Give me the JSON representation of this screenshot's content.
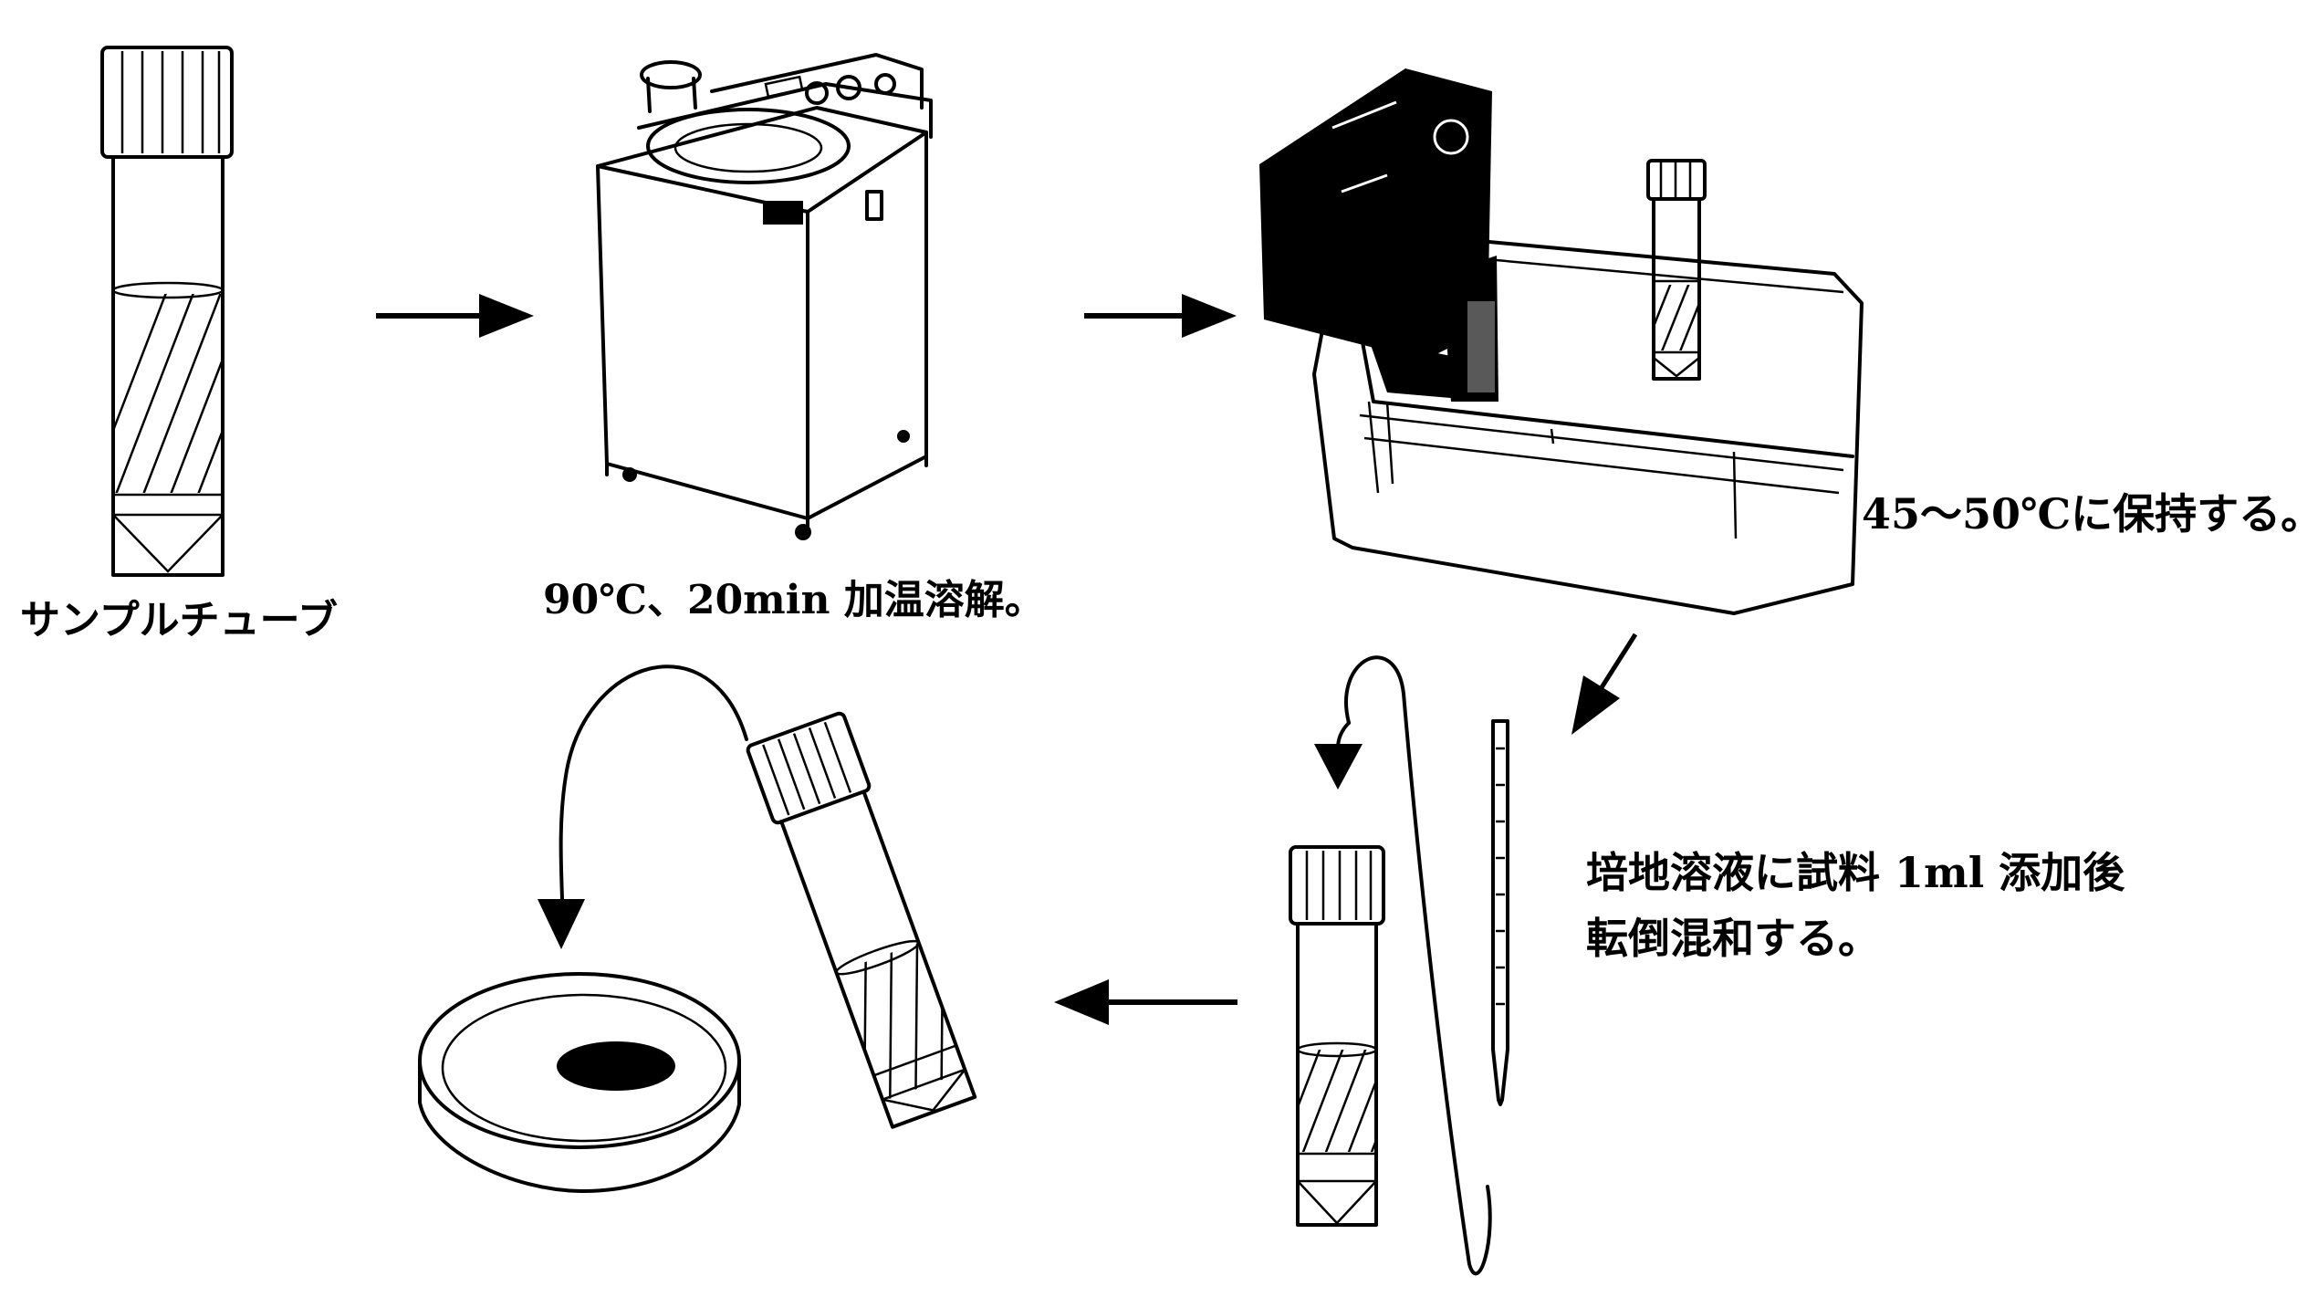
{
  "labels": {
    "sample_tube": "サンプルチューブ",
    "heat_dissolve": "90℃、20min 加温溶解。",
    "hold_temp": "45～50℃に保持する。",
    "add_sample_line1": "培地溶液に試料 1ml 添加後",
    "add_sample_line2": "転倒混和する。"
  },
  "colors": {
    "ink": "#000000",
    "background": "#ffffff"
  }
}
